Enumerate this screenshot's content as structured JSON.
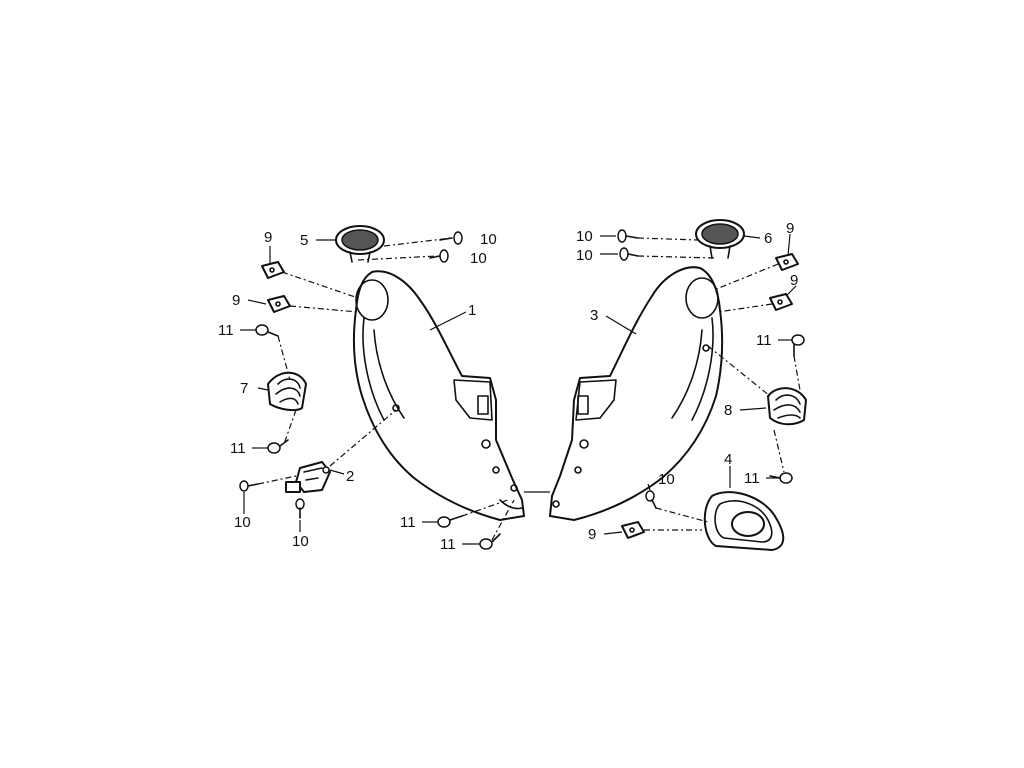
{
  "callouts": {
    "c1": "1",
    "c2": "2",
    "c3": "3",
    "c4": "4",
    "c5": "5",
    "c6": "6",
    "c7": "7",
    "c8": "8",
    "c9a": "9",
    "c9b": "9",
    "c9c": "9",
    "c9d": "9",
    "c9e": "9",
    "c10a": "10",
    "c10b": "10",
    "c10c": "10",
    "c10d": "10",
    "c10e": "10",
    "c10f": "10",
    "c10g": "10",
    "c11a": "11",
    "c11b": "11",
    "c11c": "11",
    "c11d": "11",
    "c11e": "11",
    "c11f": "11"
  }
}
